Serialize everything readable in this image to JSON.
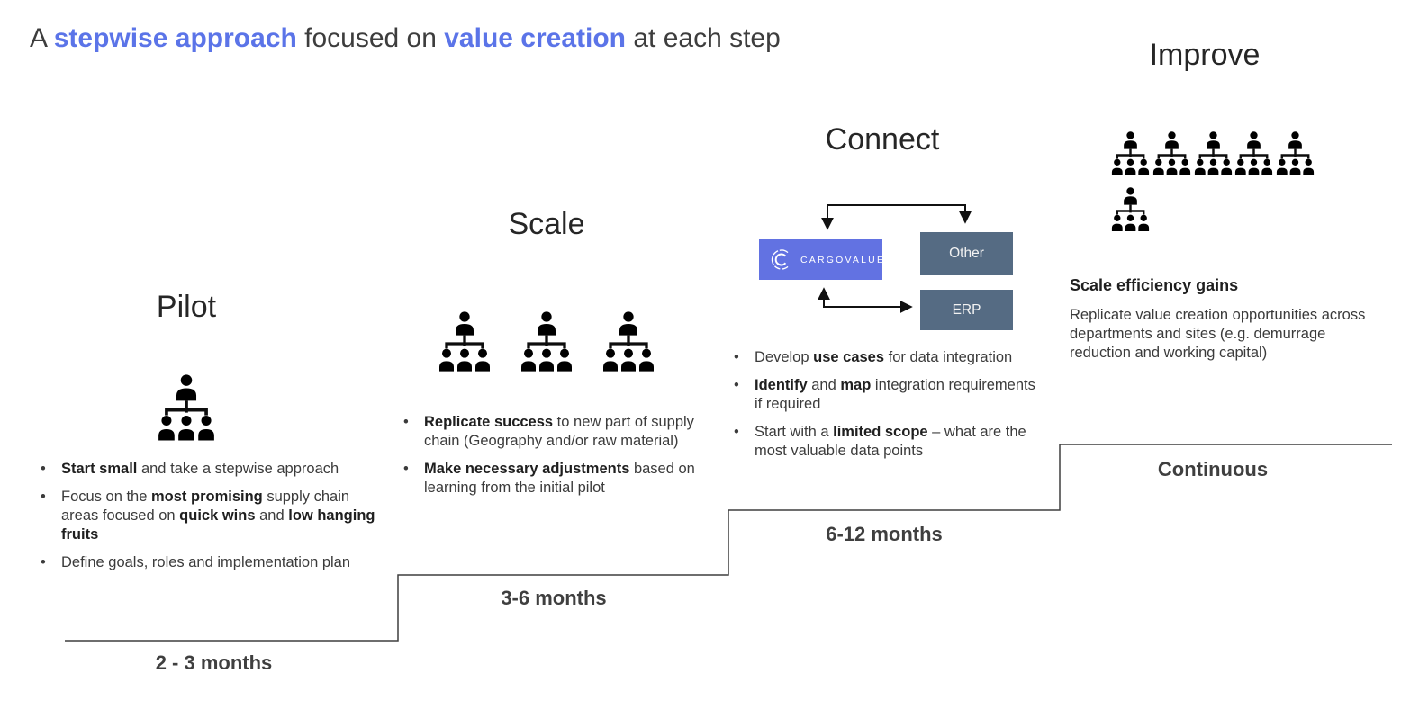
{
  "title": {
    "runs": [
      {
        "t": "A "
      },
      {
        "t": "stepwise approach",
        "hl": true
      },
      {
        "t": " focused on "
      },
      {
        "t": "value creation",
        "hl": true
      },
      {
        "t": " at each step"
      }
    ]
  },
  "ui": {
    "bullet_char": "•"
  },
  "colors": {
    "highlight_blue": "#5b74e8",
    "cargovalue_box_blue": "#6272e2",
    "system_box_slate": "#556b83",
    "text_dark": "#3b3b3b",
    "stair_line": "#3f3f3f"
  },
  "icons": {
    "org_chart": "org-chart-icon",
    "cargovalue_logo": "cargovalue-logo-icon"
  },
  "stages": {
    "pilot": {
      "title": "Pilot",
      "duration": "2 - 3 months",
      "bullets": [
        {
          "runs": [
            {
              "t": "Start small",
              "b": true
            },
            {
              "t": " and take a stepwise approach"
            }
          ]
        },
        {
          "runs": [
            {
              "t": "Focus on the "
            },
            {
              "t": "most promising",
              "b": true
            },
            {
              "t": " supply chain areas focused on "
            },
            {
              "t": "quick wins",
              "b": true
            },
            {
              "t": " and "
            },
            {
              "t": "low hanging fruits",
              "b": true
            }
          ]
        },
        {
          "runs": [
            {
              "t": "Define goals, roles and implementation plan"
            }
          ]
        }
      ]
    },
    "scale": {
      "title": "Scale",
      "duration": "3-6 months",
      "bullets": [
        {
          "runs": [
            {
              "t": "Replicate success",
              "b": true
            },
            {
              "t": " to new part of supply chain (Geography and/or raw material)"
            }
          ]
        },
        {
          "runs": [
            {
              "t": "Make necessary adjustments",
              "b": true
            },
            {
              "t": " based on learning from the initial pilot"
            }
          ]
        }
      ]
    },
    "connect": {
      "title": "Connect",
      "duration": "6-12 months",
      "bullets": [
        {
          "runs": [
            {
              "t": "Develop "
            },
            {
              "t": "use cases",
              "b": true
            },
            {
              "t": " for data integration"
            }
          ]
        },
        {
          "runs": [
            {
              "t": "Identify",
              "b": true
            },
            {
              "t": " and "
            },
            {
              "t": "map",
              "b": true
            },
            {
              "t": " integration requirements if required"
            }
          ]
        },
        {
          "runs": [
            {
              "t": "Start with a "
            },
            {
              "t": "limited scope",
              "b": true
            },
            {
              "t": " – what are the most valuable data points"
            }
          ]
        }
      ]
    },
    "improve": {
      "title": "Improve",
      "duration": "Continuous",
      "heading": "Scale efficiency gains",
      "body": "Replicate value creation opportunities across departments and sites (e.g. demurrage reduction and working capital)"
    }
  },
  "connect_diagram": {
    "cargovalue_label": "CARGOVALUE",
    "other_label": "Other",
    "erp_label": "ERP"
  }
}
